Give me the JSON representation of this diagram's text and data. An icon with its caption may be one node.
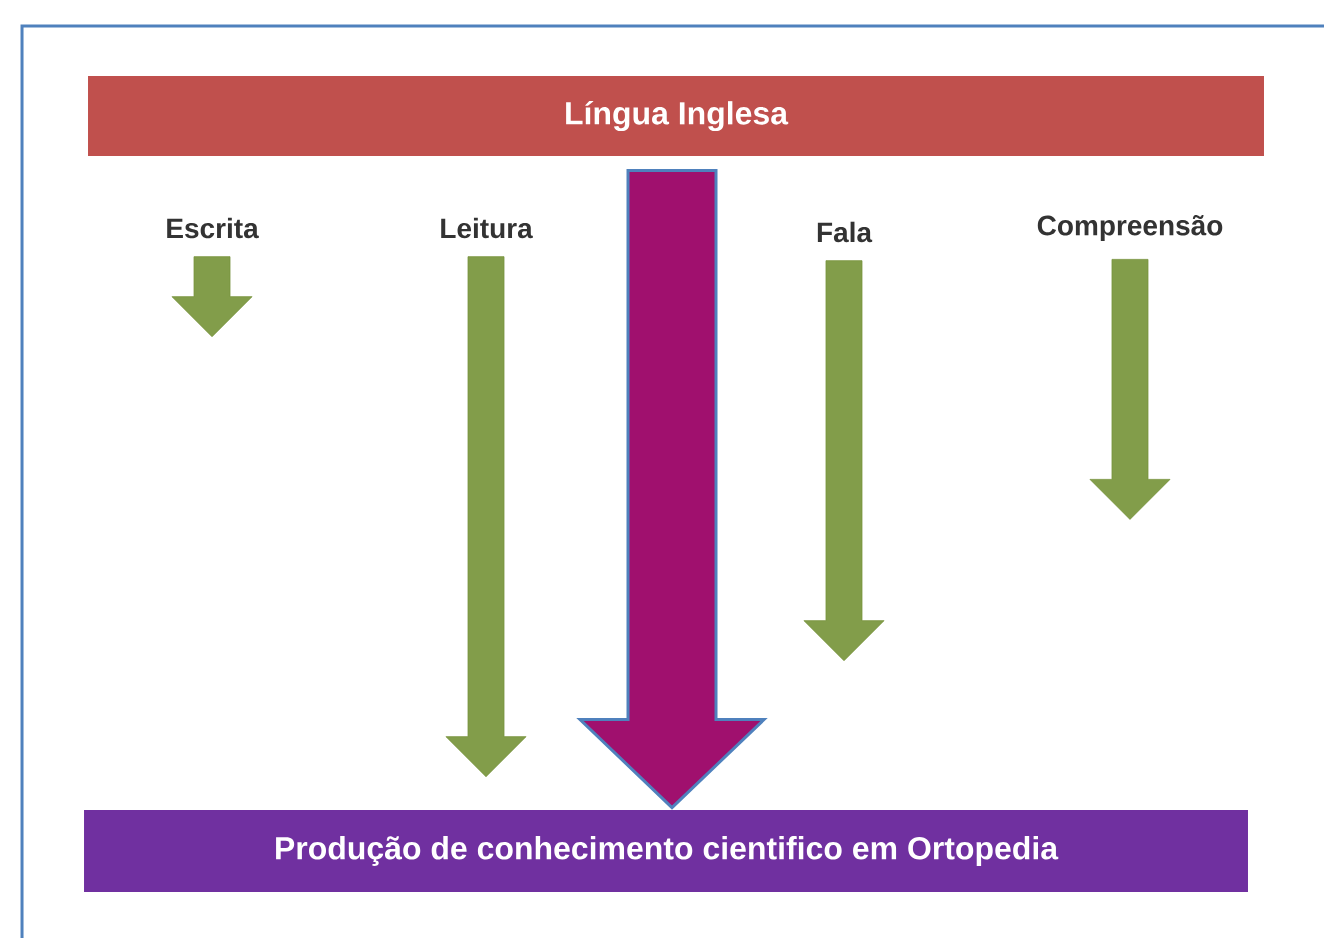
{
  "diagram": {
    "nodes": [
      {
        "text": [
          "Língua Inglesa"
        ]
      },
      {
        "text": [
          "Escrita"
        ]
      },
      {
        "text": [
          "Leitura"
        ]
      },
      {
        "text": [
          "Fala"
        ]
      },
      {
        "text": [
          "Compreensão"
        ]
      },
      {
        "text": [
          "Produção de conhecimento cientifico em Ortopedia"
        ]
      }
    ],
    "edges": [
      {
        "from": 0,
        "to": 5,
        "arrow": "to",
        "style": "thick",
        "color": "#a0106e"
      },
      {
        "from": 1,
        "to": null,
        "arrow": "to"
      },
      {
        "from": 2,
        "to": null,
        "arrow": "to"
      },
      {
        "from": 3,
        "to": null,
        "arrow": "to"
      },
      {
        "from": 4,
        "to": null,
        "arrow": "to"
      }
    ]
  }
}
